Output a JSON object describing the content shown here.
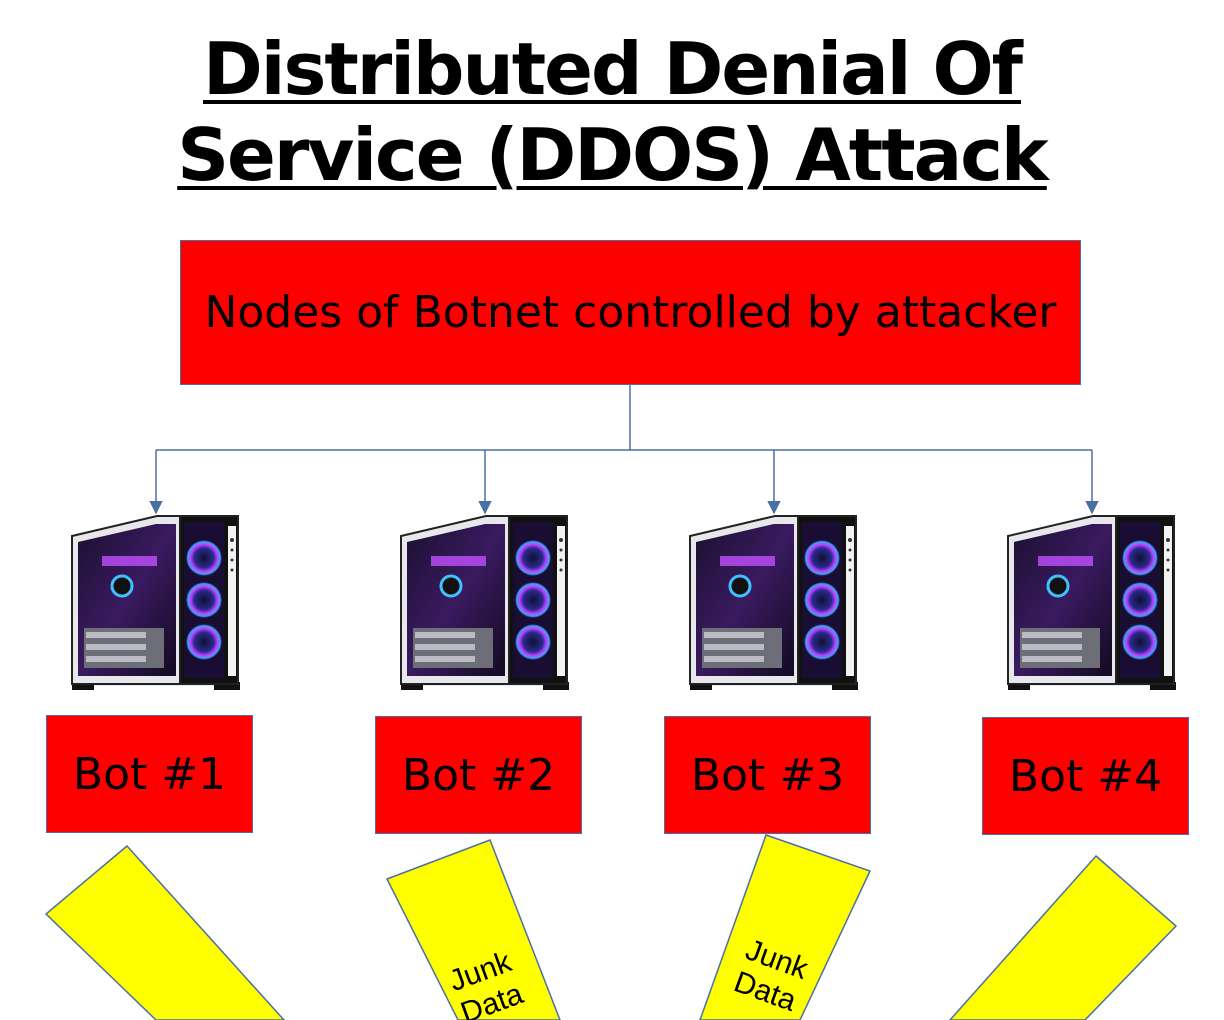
{
  "title": {
    "line1": "Distributed Denial Of",
    "line2": "Service (DDOS) Attack"
  },
  "controller": {
    "label": "Nodes of Botnet controlled by attacker"
  },
  "bots": [
    {
      "label": "Bot #1",
      "icon": "gaming-pc-icon"
    },
    {
      "label": "Bot #2",
      "icon": "gaming-pc-icon"
    },
    {
      "label": "Bot #3",
      "icon": "gaming-pc-icon"
    },
    {
      "label": "Bot #4",
      "icon": "gaming-pc-icon"
    }
  ],
  "junk": [
    {
      "line1": "Junk",
      "line2": "Data"
    },
    {
      "line1": "Junk",
      "line2": "Data"
    }
  ],
  "colors": {
    "box_fill": "#ff0000",
    "stream_fill": "#ffff00",
    "connector": "#4a6fa5"
  }
}
